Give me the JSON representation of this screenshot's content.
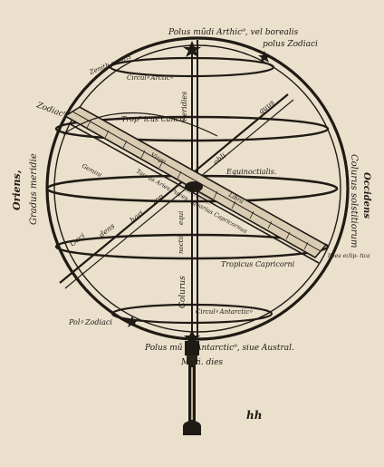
{
  "labels": {
    "polus_borealis": "Polus mũdi Arthic⁹, vel borealis",
    "polus_zodiaci_top": "polus Zodiaci",
    "zenith": "Zenith capitis",
    "circulus_arcticus": "Circulꝰ Arcticꝰ",
    "meridies_top": "meridies",
    "zodiacus": "Zodiac⁹",
    "tropicus_cancri": "Trop⁹ icus Cancri",
    "oriens": "Oriens,",
    "gradus_meridie": "Gradus meridie",
    "signs_row": "Taurus  Aries  Pisces  Aquarius  Capricornus",
    "gemini": "Gemini",
    "virgo": "Virgo",
    "libra": "Libra",
    "equinoctialis": "Equinoctialis.",
    "colurus_solstitiorum": "Colurus solstitiorum",
    "occidens": "Occidens",
    "occi": "Occi",
    "dens": "dens",
    "equi": "equi",
    "noctii": "noctii",
    "hori": "hori",
    "zon": "zon",
    "obli": "obli",
    "quus": "quus",
    "tropicus_capricorni": "Tropicus Capricorni",
    "linea_ecliptica": "linea eclip- tica",
    "colurus": "Colurus",
    "circulus_antarcticus": "Circulꝰ Antarcticꝰ",
    "polus_zodiaci_bottom": "Polꝰ Zodiaci",
    "polus_australis": "Polus mũ di Antarctic⁹, siue Austral.",
    "meri_dies": "Meri. dies",
    "signature": "hh"
  },
  "colors": {
    "paper": "#eae0cc",
    "ink": "#1f1a14",
    "shade": "#b8ab94"
  }
}
